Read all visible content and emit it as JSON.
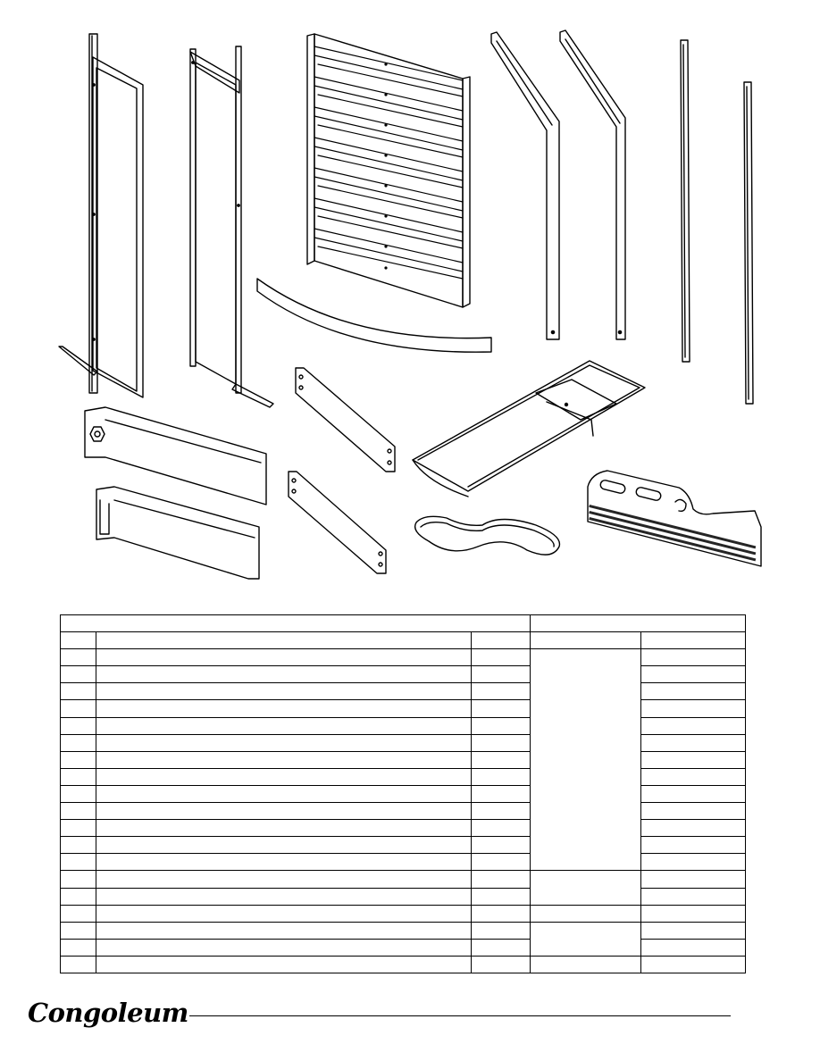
{
  "document": {
    "type": "assembly parts sheet",
    "colors": {
      "line": "#000000",
      "paper": "#ffffff"
    }
  },
  "footer": {
    "logo_text": "Congoleum"
  },
  "parts_table": {
    "columns": 5,
    "header_groups": 2,
    "rows": 19,
    "row_labels": []
  },
  "illustrations": [
    "left-side-frame",
    "right-side-frame",
    "louvered-panel",
    "curved-rail",
    "angled-brace-left",
    "angled-brace-right",
    "rear-post",
    "rear-post-short",
    "bracket-with-nut",
    "bracket-with-slot",
    "flat-bar-upper",
    "flat-bar-lower",
    "wire-rack",
    "figure-eight-strap",
    "pegboard-panel"
  ]
}
